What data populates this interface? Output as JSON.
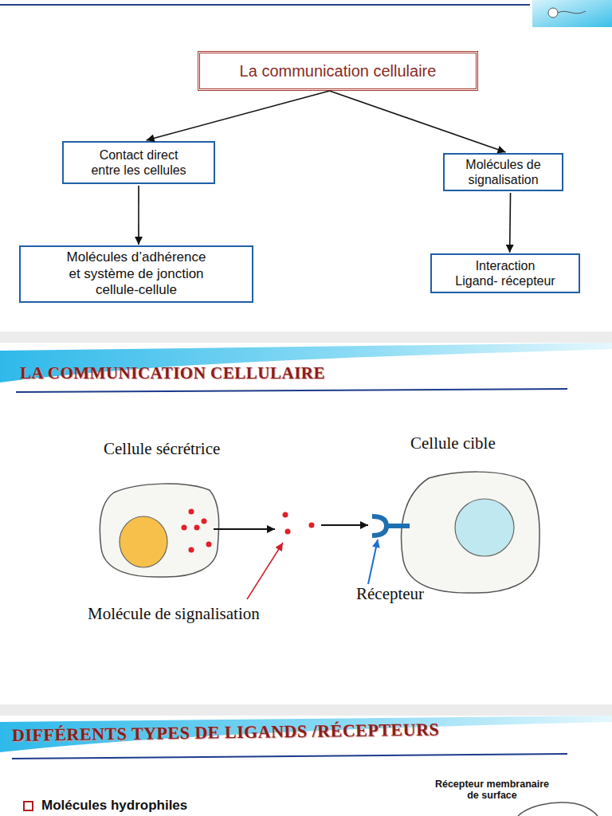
{
  "diagram": {
    "nodes": [
      {
        "text": [
          "La communication cellulaire"
        ]
      },
      {
        "text": [
          "Contact direct entre les cellules"
        ]
      },
      {
        "text": [
          "Molécules de signalisation"
        ]
      },
      {
        "text": [
          "Molécules d’adhérence et système de jonction cellule-cellule"
        ]
      },
      {
        "text": [
          "Interaction Ligand- récepteur"
        ]
      },
      {
        "text": [
          "Cellule sécrétrice"
        ]
      },
      {
        "text": [
          "Cellule cible"
        ]
      }
    ],
    "edges": [
      {
        "from": 0,
        "to": 1,
        "arrow": "to"
      },
      {
        "from": 0,
        "to": 2,
        "arrow": "to"
      },
      {
        "from": 1,
        "to": 3,
        "arrow": "to"
      },
      {
        "from": 2,
        "to": 4,
        "arrow": "to"
      }
    ],
    "labels": [
      "LA COMMUNICATION CELLULAIRE",
      "Molécule de signalisation",
      "Récepteur",
      "DIFFÉRENTS TYPES DE LIGANDS /RÉCEPTEURS",
      "Molécules hydrophiles",
      "Récepteur membranaire de surface"
    ]
  }
}
